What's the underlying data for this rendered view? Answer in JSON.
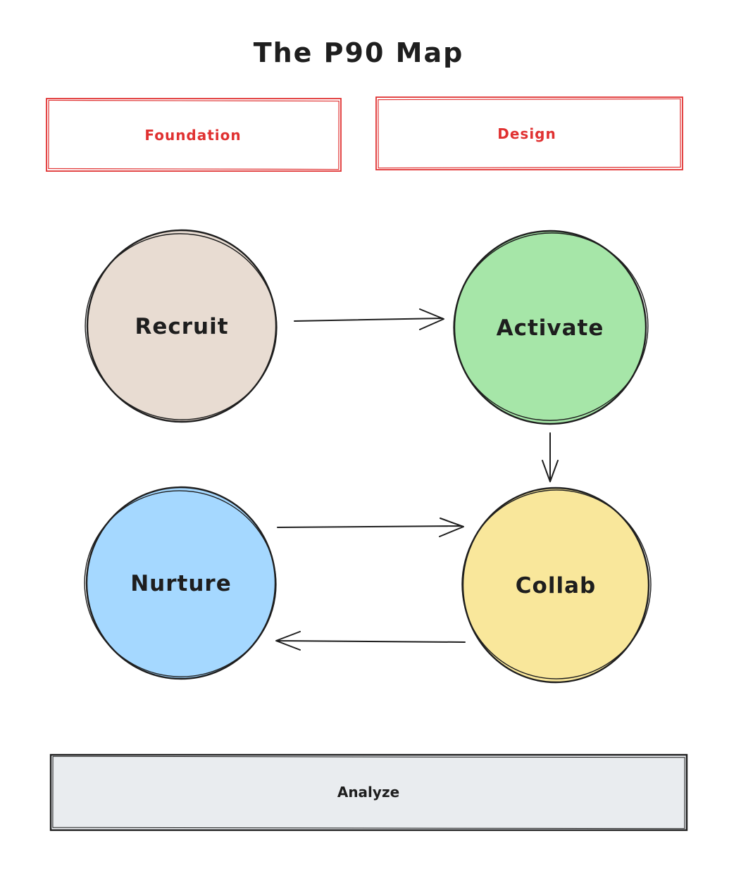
{
  "title": "The P90 Map",
  "phases": [
    {
      "label": "Foundation",
      "color": "#e03131"
    },
    {
      "label": "Design",
      "color": "#e03131"
    }
  ],
  "nodes": [
    {
      "id": "recruit",
      "label": "Recruit",
      "fill": "#e8dcd2"
    },
    {
      "id": "activate",
      "label": "Activate",
      "fill": "#a6e6a8"
    },
    {
      "id": "nurture",
      "label": "Nurture",
      "fill": "#a5d8ff"
    },
    {
      "id": "collab",
      "label": "Collab",
      "fill": "#f9e79b"
    }
  ],
  "edges": [
    {
      "from": "Recruit",
      "to": "Activate",
      "direction": "right"
    },
    {
      "from": "Activate",
      "to": "Collab",
      "direction": "down"
    },
    {
      "from": "Nurture",
      "to": "Collab",
      "direction": "right"
    },
    {
      "from": "Collab",
      "to": "Nurture",
      "direction": "left"
    }
  ],
  "footer": {
    "label": "Analyze",
    "fill": "#e9ecef"
  },
  "colors": {
    "ink": "#1e1e1e",
    "phase_accent": "#e03131",
    "background": "#ffffff"
  }
}
